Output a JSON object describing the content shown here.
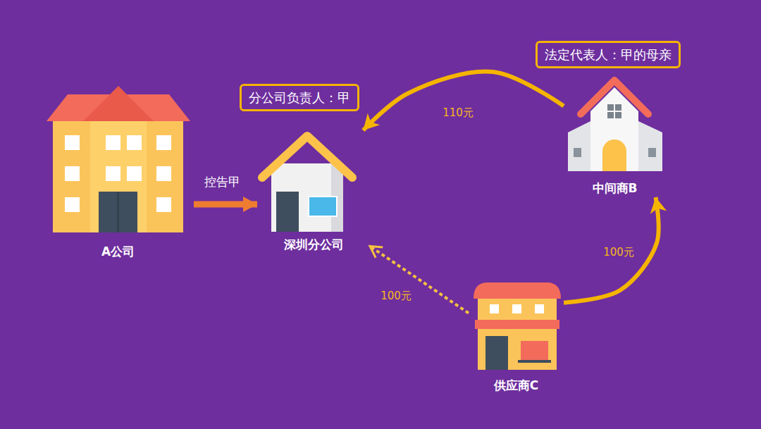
{
  "diagram": {
    "nodes": [
      {
        "text": [
          "法定代表人：甲的母亲"
        ]
      },
      {
        "text": [
          "分公司负责人：甲"
        ]
      },
      {
        "text": [
          "A公司"
        ]
      },
      {
        "text": [
          "深圳分公司"
        ]
      },
      {
        "text": [
          "中间商B"
        ]
      },
      {
        "text": [
          "供应商C"
        ]
      }
    ],
    "edges": [
      {
        "from": 2,
        "to": 3,
        "label": "控告甲",
        "arrow": "to"
      },
      {
        "from": 4,
        "to": 3,
        "label": "110元",
        "arrow": "to"
      },
      {
        "from": 5,
        "to": 4,
        "label": "100元",
        "arrow": "to"
      },
      {
        "from": 5,
        "to": 3,
        "label": "100元",
        "arrow": "to"
      }
    ]
  }
}
